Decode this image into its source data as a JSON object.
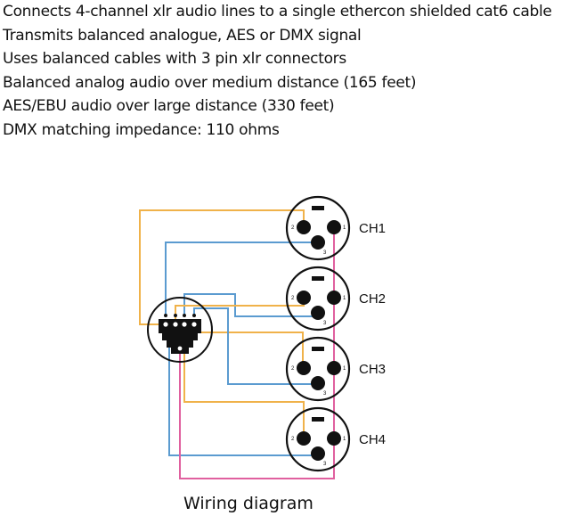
{
  "features": [
    "Connects 4-channel xlr audio lines to a single ethercon shielded cat6 cable",
    "Transmits balanced analogue, AES or DMX signal",
    "Uses balanced cables with 3 pin xlr connectors",
    "Balanced analog audio over medium distance (165 feet)",
    "AES/EBU audio over large distance (330 feet)",
    "DMX matching impedance: 110 ohms"
  ],
  "diagram": {
    "caption": "Wiring diagram",
    "wire_colors": {
      "hot": "#f0b24a",
      "cold": "#5b9bd0",
      "ground": "#e0609f"
    },
    "channels": [
      {
        "label": "CH1",
        "pins": [
          "1",
          "2",
          "3"
        ]
      },
      {
        "label": "CH2",
        "pins": [
          "1",
          "2",
          "3"
        ]
      },
      {
        "label": "CH3",
        "pins": [
          "1",
          "2",
          "3"
        ]
      },
      {
        "label": "CH4",
        "pins": [
          "1",
          "2",
          "3"
        ]
      }
    ],
    "connector": "ethercon-rj45"
  }
}
